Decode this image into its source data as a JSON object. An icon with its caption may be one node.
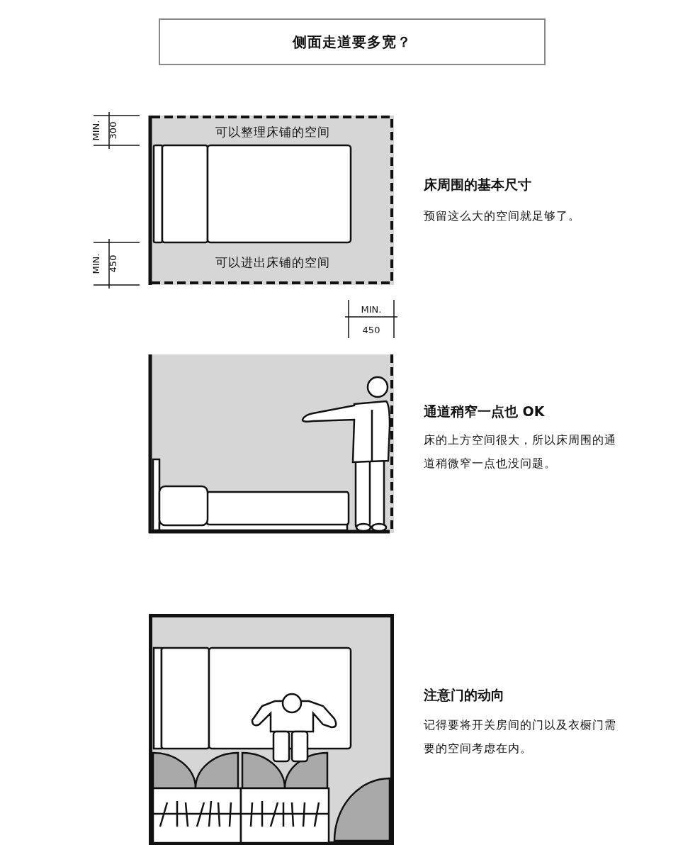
{
  "diagram": {
    "title": "侧面走道要多宽？",
    "nodes": [
      {
        "text": [
          "可以整理床铺的空间",
          "可以进出床铺的空间"
        ],
        "beside": [
          "床周围的基本尺寸",
          "预留这么大的空间就足够了。"
        ]
      },
      {
        "text": [],
        "shape": "picture",
        "beside": [
          "通道稍窄一点也 OK",
          "床的上方空间很大，所以床周围的通道稍微窄一点也没问题。"
        ]
      },
      {
        "text": [],
        "shape": "picture",
        "beside": [
          "注意门的动向",
          "记得要将开关房间的门以及衣橱门需要的空间考虑在内。"
        ]
      }
    ],
    "labels": [
      "MIN.",
      "300",
      "MIN.",
      "450",
      "MIN.",
      "450"
    ]
  }
}
